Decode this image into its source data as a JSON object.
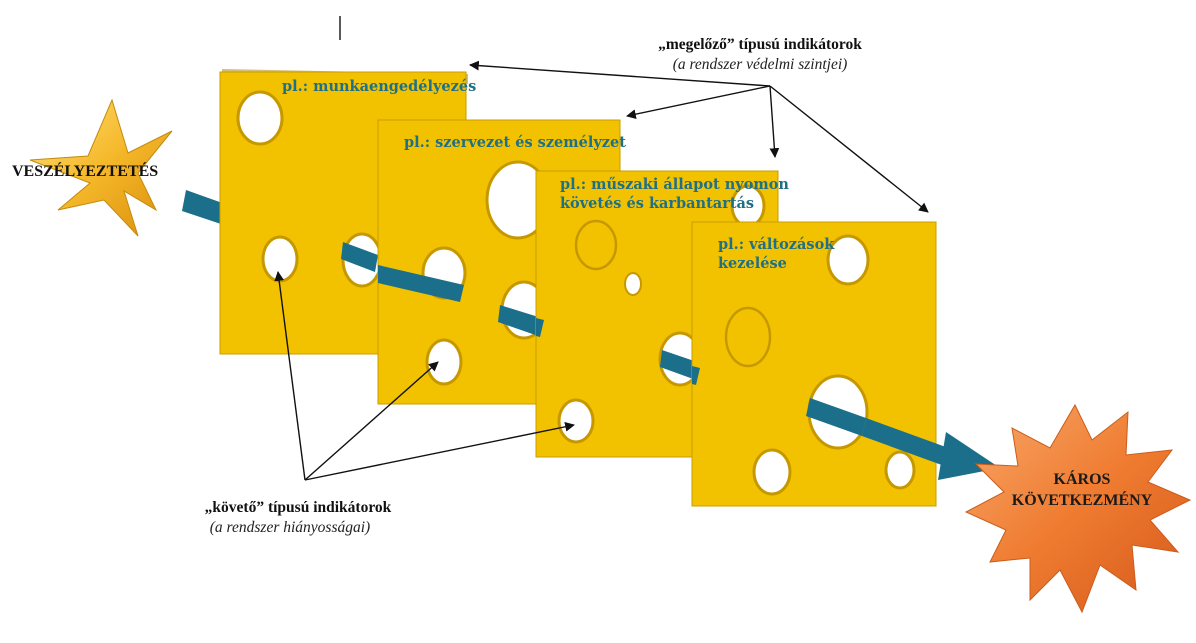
{
  "hazard": {
    "label": "VESZÉLYEZTETÉS"
  },
  "harm": {
    "line1": "KÁROS",
    "line2": "KÖVETKEZMÉNY"
  },
  "leading_indicators": {
    "title": "„megelőző” típusú indikátorok",
    "subtitle": "(a rendszer védelmi szintjei)"
  },
  "lagging_indicators": {
    "title": "„követő” típusú indikátorok",
    "subtitle": "(a rendszer hiányosságai)"
  },
  "slabs": [
    {
      "lines": [
        "pl.: munkaengedélyezés"
      ]
    },
    {
      "lines": [
        "pl.: szervezet és személyzet"
      ]
    },
    {
      "lines": [
        "pl.: műszaki állapot nyomon",
        "követés és karbantartás"
      ]
    },
    {
      "lines": [
        "pl.: változások",
        "kezelése"
      ]
    }
  ],
  "colors": {
    "slab_face": "#f2c200",
    "slab_edge": "#b08a00",
    "arrow": "#1b6f8a",
    "hazard_star": "#f3b51a",
    "harm_burst": "#ee7a2f",
    "label_text": "#1f6f86"
  }
}
